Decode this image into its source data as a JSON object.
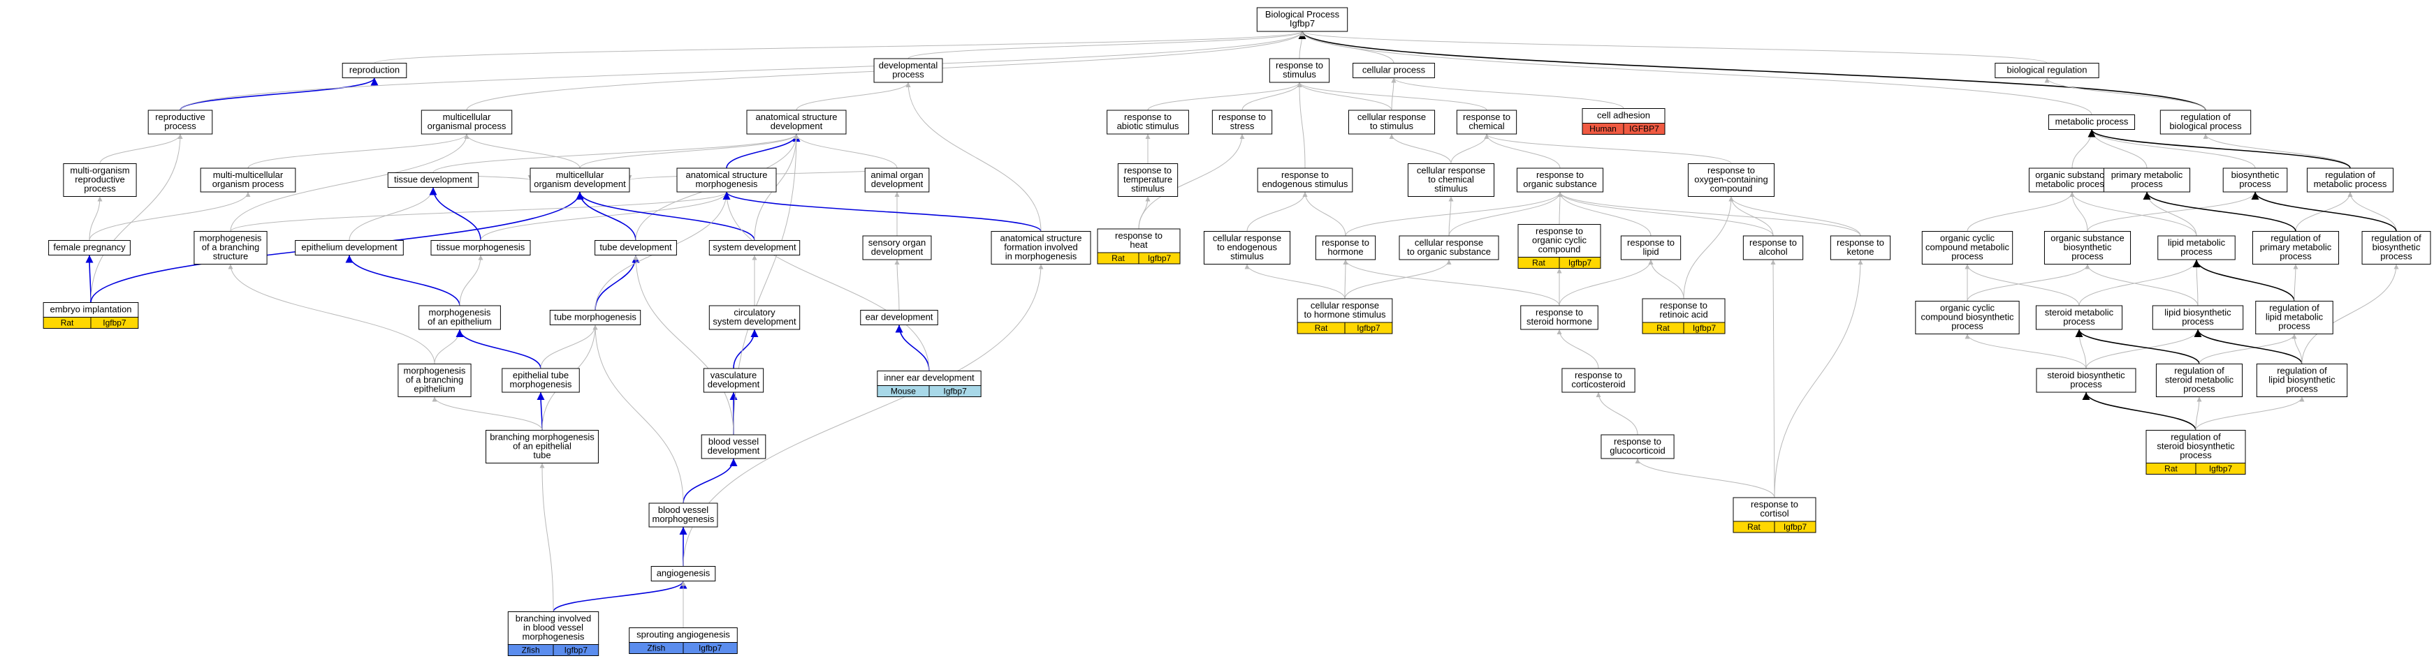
{
  "title": "Biological Process Igfbp7",
  "colors": {
    "rat": "#ffd700",
    "mouse": "#a8d8e8",
    "zfish": "#5b8dee",
    "human": "#f05a42",
    "edge_gray": "#b8b8b8",
    "edge_blue": "#0000dd",
    "edge_black": "#000000"
  },
  "nodes": [
    {
      "id": "bp",
      "lines": [
        "Biological Process",
        "Igfbp7"
      ]
    },
    {
      "id": "reproduction",
      "lines": [
        "reproduction"
      ]
    },
    {
      "id": "repro_proc",
      "lines": [
        "reproductive",
        "process"
      ]
    },
    {
      "id": "multi_org_repro",
      "lines": [
        "multi-organism",
        "reproductive",
        "process"
      ]
    },
    {
      "id": "female_preg",
      "lines": [
        "female pregnancy"
      ]
    },
    {
      "id": "embryo_impl",
      "lines": [
        "embryo implantation"
      ],
      "badge": [
        "Rat",
        "Igfbp7"
      ],
      "badge_color": "rat"
    },
    {
      "id": "dev_proc",
      "lines": [
        "developmental",
        "process"
      ]
    },
    {
      "id": "multicell_org_proc",
      "lines": [
        "multicellular",
        "organismal process"
      ]
    },
    {
      "id": "multi_multicell",
      "lines": [
        "multi-multicellular",
        "organism process"
      ]
    },
    {
      "id": "morph_branch",
      "lines": [
        "morphogenesis",
        "of a branching",
        "structure"
      ]
    },
    {
      "id": "tissue_dev",
      "lines": [
        "tissue development"
      ]
    },
    {
      "id": "epith_dev",
      "lines": [
        "epithelium development"
      ]
    },
    {
      "id": "tissue_morph",
      "lines": [
        "tissue morphogenesis"
      ]
    },
    {
      "id": "multicell_org_dev",
      "lines": [
        "multicellular",
        "organism development"
      ]
    },
    {
      "id": "anat_struct_dev",
      "lines": [
        "anatomical structure",
        "development"
      ]
    },
    {
      "id": "anat_struct_morph",
      "lines": [
        "anatomical structure",
        "morphogenesis"
      ]
    },
    {
      "id": "tube_dev",
      "lines": [
        "tube development"
      ]
    },
    {
      "id": "system_dev",
      "lines": [
        "system development"
      ]
    },
    {
      "id": "morph_epith",
      "lines": [
        "morphogenesis",
        "of an epithelium"
      ]
    },
    {
      "id": "tube_morph",
      "lines": [
        "tube morphogenesis"
      ]
    },
    {
      "id": "morph_branch_epith",
      "lines": [
        "morphogenesis",
        "of a branching",
        "epithelium"
      ]
    },
    {
      "id": "epith_tube_morph",
      "lines": [
        "epithelial tube",
        "morphogenesis"
      ]
    },
    {
      "id": "branching_morph",
      "lines": [
        "branching morphogenesis",
        "of an epithelial",
        "tube"
      ]
    },
    {
      "id": "circ_sys_dev",
      "lines": [
        "circulatory",
        "system development"
      ]
    },
    {
      "id": "vasc_dev",
      "lines": [
        "vasculature",
        "development"
      ]
    },
    {
      "id": "blood_vessel_dev",
      "lines": [
        "blood vessel",
        "development"
      ]
    },
    {
      "id": "blood_vessel_morph",
      "lines": [
        "blood vessel",
        "morphogenesis"
      ]
    },
    {
      "id": "angiogenesis",
      "lines": [
        "angiogenesis"
      ]
    },
    {
      "id": "branching_inv",
      "lines": [
        "branching involved",
        "in blood vessel",
        "morphogenesis"
      ],
      "badge": [
        "Zfish",
        "Igfbp7"
      ],
      "badge_color": "zfish"
    },
    {
      "id": "sprouting",
      "lines": [
        "sprouting angiogenesis"
      ],
      "badge": [
        "Zfish",
        "Igfbp7"
      ],
      "badge_color": "zfish"
    },
    {
      "id": "animal_organ_dev",
      "lines": [
        "animal organ",
        "development"
      ]
    },
    {
      "id": "sensory_organ_dev",
      "lines": [
        "sensory organ",
        "development"
      ]
    },
    {
      "id": "ear_dev",
      "lines": [
        "ear development"
      ]
    },
    {
      "id": "inner_ear_dev",
      "lines": [
        "inner ear development"
      ],
      "badge": [
        "Mouse",
        "Igfbp7"
      ],
      "badge_color": "mouse"
    },
    {
      "id": "anat_struct_form",
      "lines": [
        "anatomical structure",
        "formation involved",
        "in morphogenesis"
      ]
    },
    {
      "id": "resp_stim",
      "lines": [
        "response to",
        "stimulus"
      ]
    },
    {
      "id": "cellular_proc",
      "lines": [
        "cellular process"
      ]
    },
    {
      "id": "resp_abiotic",
      "lines": [
        "response to",
        "abiotic stimulus"
      ]
    },
    {
      "id": "resp_temp",
      "lines": [
        "response to",
        "temperature",
        "stimulus"
      ]
    },
    {
      "id": "resp_heat",
      "lines": [
        "response to",
        "heat"
      ],
      "badge": [
        "Rat",
        "Igfbp7"
      ],
      "badge_color": "rat"
    },
    {
      "id": "resp_stress",
      "lines": [
        "response to",
        "stress"
      ]
    },
    {
      "id": "cell_resp_stim",
      "lines": [
        "cellular response",
        "to stimulus"
      ]
    },
    {
      "id": "resp_chem",
      "lines": [
        "response to",
        "chemical"
      ]
    },
    {
      "id": "cell_adhesion",
      "lines": [
        "cell adhesion"
      ],
      "badge": [
        "Human",
        "IGFBP7"
      ],
      "badge_color": "human"
    },
    {
      "id": "resp_endo",
      "lines": [
        "response to",
        "endogenous stimulus"
      ]
    },
    {
      "id": "cell_resp_endo",
      "lines": [
        "cellular response",
        "to endogenous",
        "stimulus"
      ]
    },
    {
      "id": "cell_resp_chem",
      "lines": [
        "cellular response",
        "to chemical",
        "stimulus"
      ]
    },
    {
      "id": "resp_org_sub",
      "lines": [
        "response to",
        "organic substance"
      ]
    },
    {
      "id": "resp_oxygen",
      "lines": [
        "response to",
        "oxygen-containing",
        "compound"
      ]
    },
    {
      "id": "resp_hormone",
      "lines": [
        "response to",
        "hormone"
      ]
    },
    {
      "id": "cell_resp_org",
      "lines": [
        "cellular response",
        "to organic substance"
      ]
    },
    {
      "id": "resp_org_cyclic",
      "lines": [
        "response to",
        "organic cyclic",
        "compound"
      ],
      "badge": [
        "Rat",
        "Igfbp7"
      ],
      "badge_color": "rat"
    },
    {
      "id": "resp_lipid",
      "lines": [
        "response to",
        "lipid"
      ]
    },
    {
      "id": "resp_alcohol",
      "lines": [
        "response to",
        "alcohol"
      ]
    },
    {
      "id": "resp_ketone",
      "lines": [
        "response to",
        "ketone"
      ]
    },
    {
      "id": "cell_resp_hormone",
      "lines": [
        "cellular response",
        "to hormone stimulus"
      ],
      "badge": [
        "Rat",
        "Igfbp7"
      ],
      "badge_color": "rat"
    },
    {
      "id": "resp_steroid_h",
      "lines": [
        "response to",
        "steroid hormone"
      ]
    },
    {
      "id": "resp_retinoic",
      "lines": [
        "response to",
        "retinoic acid"
      ],
      "badge": [
        "Rat",
        "Igfbp7"
      ],
      "badge_color": "rat"
    },
    {
      "id": "resp_cortico",
      "lines": [
        "response to",
        "corticosteroid"
      ]
    },
    {
      "id": "resp_gluco",
      "lines": [
        "response to",
        "glucocorticoid"
      ]
    },
    {
      "id": "resp_cortisol",
      "lines": [
        "response to",
        "cortisol"
      ],
      "badge": [
        "Rat",
        "Igfbp7"
      ],
      "badge_color": "rat"
    },
    {
      "id": "bio_reg",
      "lines": [
        "biological regulation"
      ]
    },
    {
      "id": "reg_bio_proc",
      "lines": [
        "regulation of",
        "biological process"
      ]
    },
    {
      "id": "metabolic_proc",
      "lines": [
        "metabolic process"
      ]
    },
    {
      "id": "org_sub_meta",
      "lines": [
        "organic substance",
        "metabolic process"
      ]
    },
    {
      "id": "primary_meta",
      "lines": [
        "primary metabolic",
        "process"
      ]
    },
    {
      "id": "biosynth_proc",
      "lines": [
        "biosynthetic",
        "process"
      ]
    },
    {
      "id": "reg_meta_proc",
      "lines": [
        "regulation of",
        "metabolic process"
      ]
    },
    {
      "id": "org_cyclic_meta",
      "lines": [
        "organic cyclic",
        "compound metabolic",
        "process"
      ]
    },
    {
      "id": "org_sub_biosynth",
      "lines": [
        "organic substance",
        "biosynthetic",
        "process"
      ]
    },
    {
      "id": "lipid_meta",
      "lines": [
        "lipid metabolic",
        "process"
      ]
    },
    {
      "id": "reg_primary_meta",
      "lines": [
        "regulation of",
        "primary metabolic",
        "process"
      ]
    },
    {
      "id": "reg_biosynth",
      "lines": [
        "regulation of",
        "biosynthetic",
        "process"
      ]
    },
    {
      "id": "org_cyclic_biosynth",
      "lines": [
        "organic cyclic",
        "compound biosynthetic",
        "process"
      ]
    },
    {
      "id": "steroid_meta",
      "lines": [
        "steroid metabolic",
        "process"
      ]
    },
    {
      "id": "lipid_biosynth",
      "lines": [
        "lipid biosynthetic",
        "process"
      ]
    },
    {
      "id": "reg_lipid_meta",
      "lines": [
        "regulation of",
        "lipid metabolic",
        "process"
      ]
    },
    {
      "id": "steroid_biosynth",
      "lines": [
        "steroid biosynthetic",
        "process"
      ]
    },
    {
      "id": "reg_steroid_meta",
      "lines": [
        "regulation of",
        "steroid metabolic",
        "process"
      ]
    },
    {
      "id": "reg_lipid_biosynth",
      "lines": [
        "regulation of",
        "lipid biosynthetic",
        "process"
      ]
    },
    {
      "id": "reg_steroid_biosynth",
      "lines": [
        "regulation of",
        "steroid biosynthetic",
        "process"
      ],
      "badge": [
        "Rat",
        "Igfbp7"
      ],
      "badge_color": "rat"
    }
  ],
  "edges": [
    [
      "reproduction",
      "bp",
      "g"
    ],
    [
      "repro_proc",
      "reproduction",
      "b"
    ],
    [
      "repro_proc",
      "bp",
      "g"
    ],
    [
      "multi_org_repro",
      "repro_proc",
      "g"
    ],
    [
      "female_preg",
      "multi_org_repro",
      "g"
    ],
    [
      "female_preg",
      "multi_multicell",
      "g"
    ],
    [
      "embryo_impl",
      "female_preg",
      "b"
    ],
    [
      "embryo_impl",
      "repro_proc",
      "g"
    ],
    [
      "embryo_impl",
      "multicell_org_dev",
      "b"
    ],
    [
      "dev_proc",
      "bp",
      "g"
    ],
    [
      "multicell_org_proc",
      "bp",
      "g"
    ],
    [
      "multi_multicell",
      "multicell_org_proc",
      "g"
    ],
    [
      "morph_branch",
      "anat_struct_morph",
      "g"
    ],
    [
      "morph_branch",
      "multicell_org_proc",
      "g"
    ],
    [
      "tissue_dev",
      "anat_struct_dev",
      "g"
    ],
    [
      "tissue_dev",
      "multicell_org_dev",
      "g"
    ],
    [
      "epith_dev",
      "tissue_dev",
      "g"
    ],
    [
      "tissue_morph",
      "tissue_dev",
      "b"
    ],
    [
      "tissue_morph",
      "anat_struct_morph",
      "g"
    ],
    [
      "multicell_org_dev",
      "multicell_org_proc",
      "g"
    ],
    [
      "multicell_org_dev",
      "anat_struct_dev",
      "g"
    ],
    [
      "anat_struct_dev",
      "dev_proc",
      "g"
    ],
    [
      "anat_struct_morph",
      "anat_struct_dev",
      "b"
    ],
    [
      "tube_dev",
      "multicell_org_dev",
      "b"
    ],
    [
      "tube_dev",
      "anat_struct_dev",
      "g"
    ],
    [
      "system_dev",
      "multicell_org_dev",
      "b"
    ],
    [
      "system_dev",
      "anat_struct_dev",
      "g"
    ],
    [
      "morph_epith",
      "epith_dev",
      "b"
    ],
    [
      "morph_epith",
      "tissue_morph",
      "g"
    ],
    [
      "tube_morph",
      "tube_dev",
      "b"
    ],
    [
      "tube_morph",
      "anat_struct_morph",
      "g"
    ],
    [
      "morph_branch_epith",
      "morph_branch",
      "g"
    ],
    [
      "morph_branch_epith",
      "morph_epith",
      "g"
    ],
    [
      "epith_tube_morph",
      "morph_epith",
      "b"
    ],
    [
      "epith_tube_morph",
      "tube_morph",
      "g"
    ],
    [
      "branching_morph",
      "epith_tube_morph",
      "b"
    ],
    [
      "branching_morph",
      "morph_branch_epith",
      "g"
    ],
    [
      "branching_morph",
      "tube_morph",
      "g"
    ],
    [
      "circ_sys_dev",
      "system_dev",
      "g"
    ],
    [
      "vasc_dev",
      "circ_sys_dev",
      "b"
    ],
    [
      "blood_vessel_dev",
      "vasc_dev",
      "b"
    ],
    [
      "blood_vessel_dev",
      "tube_dev",
      "g"
    ],
    [
      "blood_vessel_dev",
      "anat_struct_dev",
      "g"
    ],
    [
      "blood_vessel_morph",
      "blood_vessel_dev",
      "b"
    ],
    [
      "blood_vessel_morph",
      "tube_morph",
      "g"
    ],
    [
      "angiogenesis",
      "blood_vessel_morph",
      "b"
    ],
    [
      "angiogenesis",
      "anat_struct_form",
      "g"
    ],
    [
      "branching_inv",
      "angiogenesis",
      "b"
    ],
    [
      "branching_inv",
      "branching_morph",
      "g"
    ],
    [
      "sprouting",
      "angiogenesis",
      "g"
    ],
    [
      "animal_organ_dev",
      "anat_struct_dev",
      "g"
    ],
    [
      "animal_organ_dev",
      "multicell_org_dev",
      "g"
    ],
    [
      "sensory_organ_dev",
      "animal_organ_dev",
      "g"
    ],
    [
      "ear_dev",
      "sensory_organ_dev",
      "g"
    ],
    [
      "inner_ear_dev",
      "ear_dev",
      "b"
    ],
    [
      "inner_ear_dev",
      "anat_struct_morph",
      "g"
    ],
    [
      "anat_struct_form",
      "anat_struct_morph",
      "b"
    ],
    [
      "anat_struct_form",
      "dev_proc",
      "g"
    ],
    [
      "resp_stim",
      "bp",
      "g"
    ],
    [
      "cellular_proc",
      "bp",
      "g"
    ],
    [
      "resp_abiotic",
      "resp_stim",
      "g"
    ],
    [
      "resp_temp",
      "resp_abiotic",
      "g"
    ],
    [
      "resp_heat",
      "resp_temp",
      "g"
    ],
    [
      "resp_heat",
      "resp_stress",
      "g"
    ],
    [
      "resp_stress",
      "resp_stim",
      "g"
    ],
    [
      "cell_resp_stim",
      "resp_stim",
      "g"
    ],
    [
      "cell_resp_stim",
      "cellular_proc",
      "g"
    ],
    [
      "resp_chem",
      "resp_stim",
      "g"
    ],
    [
      "cell_adhesion",
      "cellular_proc",
      "g"
    ],
    [
      "resp_endo",
      "resp_stim",
      "g"
    ],
    [
      "cell_resp_endo",
      "resp_endo",
      "g"
    ],
    [
      "cell_resp_chem",
      "cell_resp_stim",
      "g"
    ],
    [
      "cell_resp_chem",
      "resp_chem",
      "g"
    ],
    [
      "resp_org_sub",
      "resp_chem",
      "g"
    ],
    [
      "resp_oxygen",
      "resp_chem",
      "g"
    ],
    [
      "resp_hormone",
      "resp_endo",
      "g"
    ],
    [
      "resp_hormone",
      "resp_org_sub",
      "g"
    ],
    [
      "cell_resp_org",
      "resp_org_sub",
      "g"
    ],
    [
      "cell_resp_org",
      "cell_resp_chem",
      "g"
    ],
    [
      "resp_org_cyclic",
      "resp_org_sub",
      "g"
    ],
    [
      "resp_lipid",
      "resp_org_sub",
      "g"
    ],
    [
      "resp_alcohol",
      "resp_org_sub",
      "g"
    ],
    [
      "resp_alcohol",
      "resp_oxygen",
      "g"
    ],
    [
      "resp_ketone",
      "resp_org_sub",
      "g"
    ],
    [
      "resp_ketone",
      "resp_oxygen",
      "g"
    ],
    [
      "cell_resp_hormone",
      "resp_hormone",
      "g"
    ],
    [
      "cell_resp_hormone",
      "cell_resp_endo",
      "g"
    ],
    [
      "cell_resp_hormone",
      "cell_resp_org",
      "g"
    ],
    [
      "resp_steroid_h",
      "resp_hormone",
      "g"
    ],
    [
      "resp_steroid_h",
      "resp_lipid",
      "g"
    ],
    [
      "resp_steroid_h",
      "resp_org_cyclic",
      "g"
    ],
    [
      "resp_retinoic",
      "resp_lipid",
      "g"
    ],
    [
      "resp_retinoic",
      "resp_oxygen",
      "g"
    ],
    [
      "resp_cortico",
      "resp_steroid_h",
      "g"
    ],
    [
      "resp_gluco",
      "resp_cortico",
      "g"
    ],
    [
      "resp_cortisol",
      "resp_gluco",
      "g"
    ],
    [
      "resp_cortisol",
      "resp_alcohol",
      "g"
    ],
    [
      "resp_cortisol",
      "resp_ketone",
      "g"
    ],
    [
      "bio_reg",
      "bp",
      "g"
    ],
    [
      "reg_bio_proc",
      "bp",
      "k"
    ],
    [
      "reg_bio_proc",
      "bio_reg",
      "g"
    ],
    [
      "metabolic_proc",
      "bp",
      "g"
    ],
    [
      "org_sub_meta",
      "metabolic_proc",
      "g"
    ],
    [
      "primary_meta",
      "metabolic_proc",
      "g"
    ],
    [
      "biosynth_proc",
      "metabolic_proc",
      "g"
    ],
    [
      "reg_meta_proc",
      "reg_bio_proc",
      "g"
    ],
    [
      "reg_meta_proc",
      "metabolic_proc",
      "k"
    ],
    [
      "org_cyclic_meta",
      "org_sub_meta",
      "g"
    ],
    [
      "org_sub_biosynth",
      "org_sub_meta",
      "g"
    ],
    [
      "org_sub_biosynth",
      "biosynth_proc",
      "g"
    ],
    [
      "lipid_meta",
      "primary_meta",
      "g"
    ],
    [
      "lipid_meta",
      "org_sub_meta",
      "g"
    ],
    [
      "reg_primary_meta",
      "reg_meta_proc",
      "g"
    ],
    [
      "reg_primary_meta",
      "primary_meta",
      "k"
    ],
    [
      "reg_biosynth",
      "reg_meta_proc",
      "g"
    ],
    [
      "reg_biosynth",
      "biosynth_proc",
      "k"
    ],
    [
      "org_cyclic_biosynth",
      "org_cyclic_meta",
      "g"
    ],
    [
      "org_cyclic_biosynth",
      "org_sub_biosynth",
      "g"
    ],
    [
      "steroid_meta",
      "lipid_meta",
      "g"
    ],
    [
      "steroid_meta",
      "org_cyclic_meta",
      "g"
    ],
    [
      "lipid_biosynth",
      "lipid_meta",
      "g"
    ],
    [
      "lipid_biosynth",
      "org_sub_biosynth",
      "g"
    ],
    [
      "reg_lipid_meta",
      "lipid_meta",
      "k"
    ],
    [
      "reg_lipid_meta",
      "reg_primary_meta",
      "g"
    ],
    [
      "steroid_biosynth",
      "steroid_meta",
      "g"
    ],
    [
      "steroid_biosynth",
      "lipid_biosynth",
      "g"
    ],
    [
      "steroid_biosynth",
      "org_cyclic_biosynth",
      "g"
    ],
    [
      "reg_steroid_meta",
      "steroid_meta",
      "k"
    ],
    [
      "reg_steroid_meta",
      "reg_lipid_meta",
      "g"
    ],
    [
      "reg_lipid_biosynth",
      "lipid_biosynth",
      "k"
    ],
    [
      "reg_lipid_biosynth",
      "reg_lipid_meta",
      "g"
    ],
    [
      "reg_lipid_biosynth",
      "reg_biosynth",
      "g"
    ],
    [
      "reg_steroid_biosynth",
      "steroid_biosynth",
      "k"
    ],
    [
      "reg_steroid_biosynth",
      "reg_steroid_meta",
      "g"
    ],
    [
      "reg_steroid_biosynth",
      "reg_lipid_biosynth",
      "g"
    ]
  ]
}
